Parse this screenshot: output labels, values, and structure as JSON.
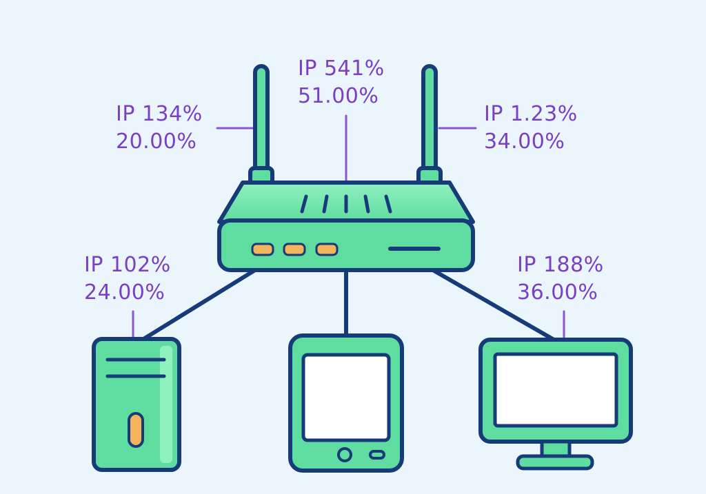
{
  "colors": {
    "background": "#eaf6fb",
    "device_fill": "#5fdc9f",
    "device_fill_light": "#8ff0c0",
    "outline": "#173a78",
    "screen": "#ffffff",
    "indicator": "#f3b45c",
    "label_text": "#7a3fc4",
    "leader_line": "#8b57cf"
  },
  "icons": {
    "router": "router-icon",
    "tower": "desktop-tower-icon",
    "tablet": "tablet-icon",
    "monitor": "monitor-icon"
  },
  "labels": {
    "antenna_left": {
      "ip": "IP 134%",
      "pct": "20.00%"
    },
    "router_top": {
      "ip": "IP 541%",
      "pct": "51.00%"
    },
    "antenna_right": {
      "ip": "IP 1.23%",
      "pct": "34.00%"
    },
    "tower": {
      "ip": "IP 102%",
      "pct": "24.00%"
    },
    "monitor": {
      "ip": "IP 188%",
      "pct": "36.00%"
    }
  }
}
